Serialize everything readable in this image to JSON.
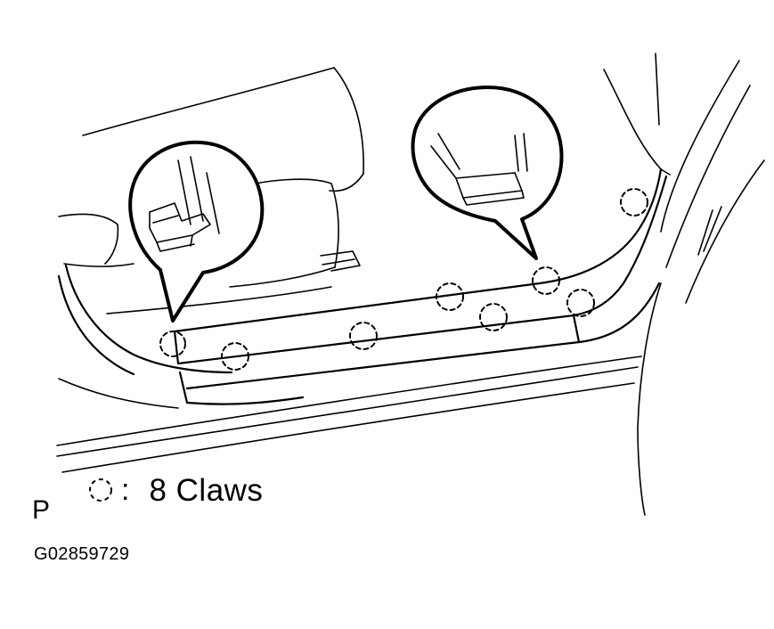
{
  "legend": {
    "symbol": "dashed-circle-icon",
    "colon": ":",
    "label": "8 Claws"
  },
  "view_letter": "P",
  "figure_code": "G02859729",
  "colors": {
    "line": "#000000",
    "background": "#ffffff"
  }
}
